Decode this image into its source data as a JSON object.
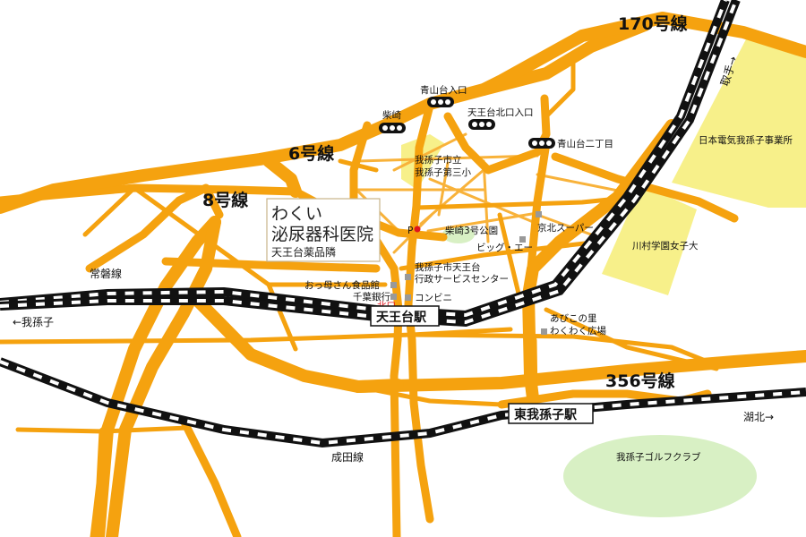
{
  "routes": {
    "r170": "170号線",
    "r6": "6号線",
    "r8": "8号線",
    "r356": "356号線"
  },
  "railways": {
    "joban": "常磐線",
    "narita": "成田線"
  },
  "stations": {
    "tennodai": "天王台駅",
    "higashi_abiko": "東我孫子駅"
  },
  "directions": {
    "abiko": "←我孫子",
    "toride": "取手→",
    "kohoku": "湖北→"
  },
  "signals": {
    "aoyamadai_iriguchi": "青山台入口",
    "shibasaki": "柴崎",
    "tennodai_kitaguchi_iriguchi": "天王台北口入口",
    "aoyamadai_nichome": "青山台二丁目"
  },
  "places": {
    "nec": "日本電気我孫子事業所",
    "kawamura": "川村学園女子大",
    "school_line1": "我孫子市立",
    "school_line2": "我孫子第三小",
    "park": "柴崎3号公園",
    "keihoku": "京北スーパー",
    "big_a": "ビッグ・エー",
    "city_center_line1": "我孫子市天王台",
    "city_center_line2": "行政サービスセンター",
    "okkasan": "おっ母さん食品館",
    "chiba_bank": "千葉銀行",
    "konbini": "コンビニ",
    "abiko_sato_line1": "あびこの里",
    "abiko_sato_line2": "わくわく広場",
    "golf": "我孫子ゴルフクラブ",
    "north_exit": "北口",
    "parking": "P"
  },
  "clinic": {
    "name_line1": "わくい",
    "name_line2": "泌尿器科医院",
    "sub": "天王台薬品隣"
  },
  "colors": {
    "road": "#f5a20f",
    "rail": "#111111",
    "area_yellow": "#f7f08a",
    "area_green": "#d8f0c4",
    "accent_red": "#e0141e"
  }
}
